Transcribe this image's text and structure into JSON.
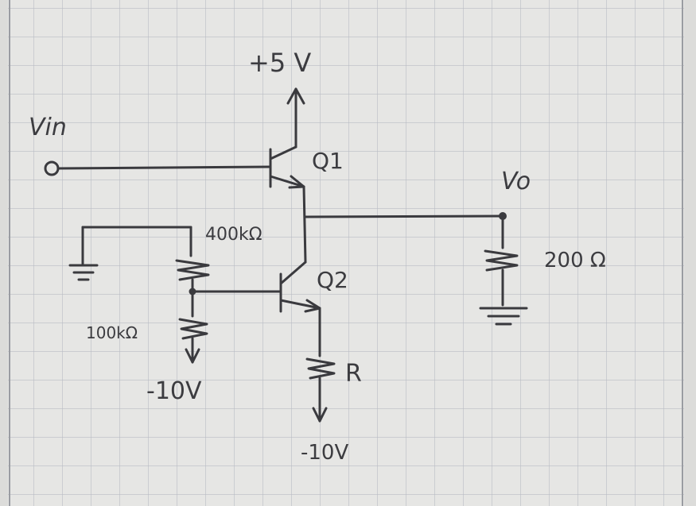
{
  "diagram": {
    "supply_top": "+5 V",
    "input_label": "Vin",
    "output_label": "Vo",
    "q1_label": "Q1",
    "q2_label": "Q2",
    "r_upper": "400kΩ",
    "r_lower": "100kΩ",
    "r_load": "200 Ω",
    "r_emitter": "R",
    "supply_neg_left": "-10V",
    "supply_neg_right": "-10V"
  },
  "colors": {
    "paper": "#e6e6e4",
    "grid": "#b9bcc4",
    "ink": "#3a3a3e"
  }
}
